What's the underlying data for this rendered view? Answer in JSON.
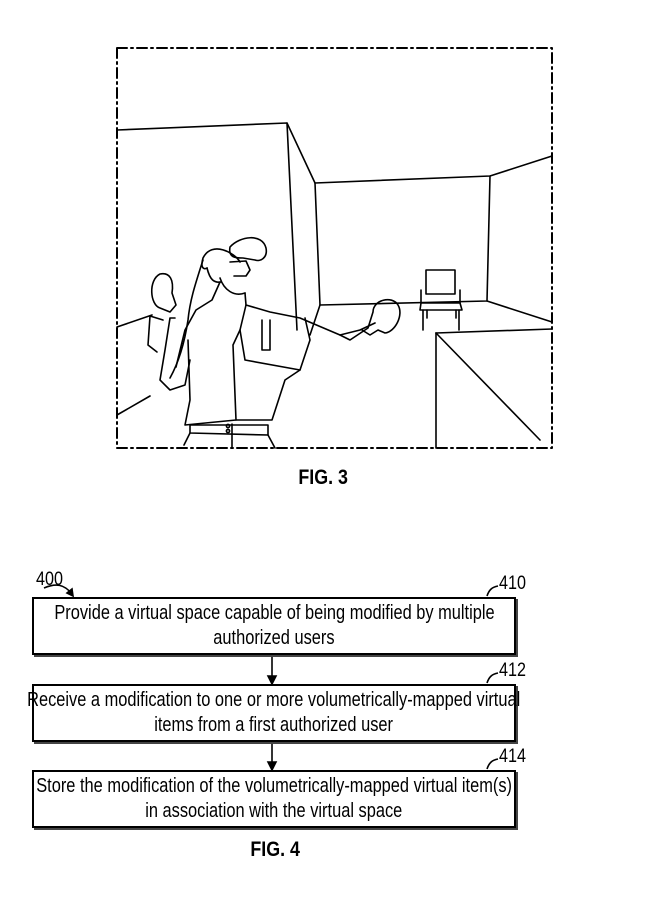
{
  "fig3": {
    "label": "FIG. 3"
  },
  "fig4": {
    "label": "FIG. 4",
    "ref": "400",
    "steps": [
      {
        "ref": "410",
        "lines": [
          "Provide a virtual space capable of being modified by multiple",
          "authorized users"
        ]
      },
      {
        "ref": "412",
        "lines": [
          "Receive a modification to one or more volumetrically-mapped virtual",
          "items from a first authorized user"
        ]
      },
      {
        "ref": "414",
        "lines": [
          "Store the modification of the volumetrically-mapped virtual item(s)",
          "in association with the virtual space"
        ]
      }
    ]
  }
}
